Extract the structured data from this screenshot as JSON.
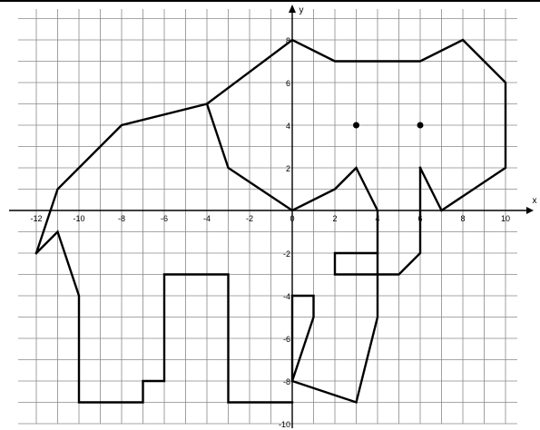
{
  "chart_data": {
    "type": "line",
    "title": "",
    "xlabel": "x",
    "ylabel": "y",
    "xlim": [
      -13,
      11
    ],
    "ylim": [
      -10,
      9
    ],
    "grid": true,
    "x_tick_labels": [
      {
        "value": -12,
        "label": "-12"
      },
      {
        "value": -10,
        "label": "-10"
      },
      {
        "value": -8,
        "label": "-8"
      },
      {
        "value": -6,
        "label": "-6"
      },
      {
        "value": -4,
        "label": "-4"
      },
      {
        "value": -2,
        "label": "-2"
      },
      {
        "value": 0,
        "label": "0"
      },
      {
        "value": 2,
        "label": "2"
      },
      {
        "value": 4,
        "label": "4"
      },
      {
        "value": 6,
        "label": "6"
      },
      {
        "value": 8,
        "label": "8"
      },
      {
        "value": 10,
        "label": "10"
      }
    ],
    "y_tick_labels": [
      {
        "value": 8,
        "label": "8"
      },
      {
        "value": 6,
        "label": "6"
      },
      {
        "value": 4,
        "label": "4"
      },
      {
        "value": 2,
        "label": "2"
      },
      {
        "value": -2,
        "label": "-2"
      },
      {
        "value": -4,
        "label": "-4"
      },
      {
        "value": -6,
        "label": "-6"
      },
      {
        "value": -8,
        "label": "-8"
      },
      {
        "value": -10,
        "label": "-10"
      }
    ],
    "series": [
      {
        "points": [
          [
            -12,
            -2
          ],
          [
            -11,
            1
          ],
          [
            -8,
            4
          ],
          [
            -4,
            5
          ],
          [
            0,
            8
          ],
          [
            2,
            7
          ],
          [
            6,
            7
          ],
          [
            8,
            8
          ],
          [
            10,
            6
          ],
          [
            10,
            2
          ],
          [
            7,
            0
          ],
          [
            6,
            2
          ]
        ]
      },
      {
        "points": [
          [
            6,
            2
          ],
          [
            6,
            -2
          ],
          [
            5,
            -3
          ],
          [
            2,
            -3
          ],
          [
            2,
            -2
          ],
          [
            4,
            -2
          ]
        ]
      },
      {
        "points": [
          [
            -4,
            5
          ],
          [
            -3,
            2
          ],
          [
            0,
            0
          ],
          [
            2,
            1
          ],
          [
            3,
            2
          ],
          [
            4,
            0
          ],
          [
            4,
            -5
          ],
          [
            3,
            -9
          ],
          [
            0,
            -8
          ]
        ]
      },
      {
        "points": [
          [
            0,
            -8
          ],
          [
            0,
            -4
          ],
          [
            1,
            -4
          ],
          [
            1,
            -5
          ],
          [
            0,
            -8
          ]
        ]
      },
      {
        "points": [
          [
            -12,
            -2
          ],
          [
            -11,
            -1
          ],
          [
            -10,
            -4
          ],
          [
            -10,
            -9
          ],
          [
            -7,
            -9
          ],
          [
            -7,
            -8
          ],
          [
            -6,
            -8
          ],
          [
            -6,
            -3
          ],
          [
            -3,
            -3
          ],
          [
            -3,
            -9
          ],
          [
            0,
            -9
          ]
        ]
      }
    ],
    "points": [
      {
        "x": 3,
        "y": 4
      },
      {
        "x": 6,
        "y": 4
      }
    ]
  }
}
